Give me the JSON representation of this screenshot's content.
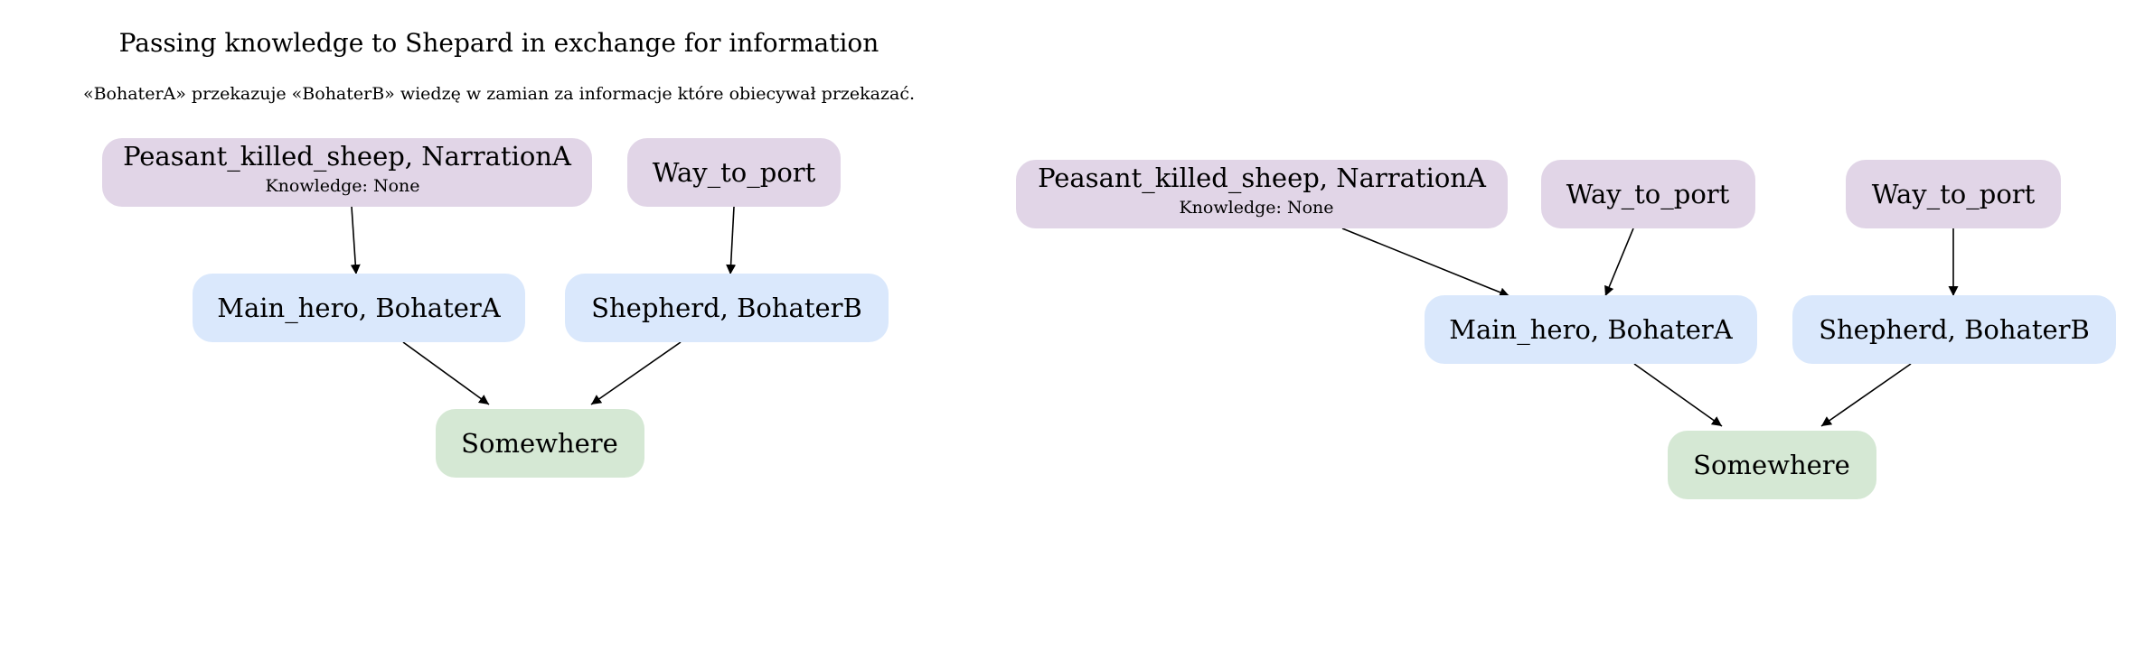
{
  "title": "Passing knowledge to Shepard in exchange for information",
  "subtitle": "«BohaterA» przekazuje «BohaterB» wiedzę w zamian za informacje które obiecywał przekazać.",
  "colors": {
    "narration": "#e1d5e7",
    "hero": "#dae8fc",
    "place": "#d5e8d4",
    "edge": "#000000"
  },
  "left": {
    "peasant": {
      "label": "Peasant_killed_sheep, NarrationA",
      "sub": "Knowledge: None"
    },
    "way": {
      "label": "Way_to_port"
    },
    "main_hero": {
      "label": "Main_hero, BohaterA"
    },
    "shepherd": {
      "label": "Shepherd, BohaterB"
    },
    "somewhere": {
      "label": "Somewhere"
    }
  },
  "right": {
    "peasant": {
      "label": "Peasant_killed_sheep, NarrationA",
      "sub": "Knowledge: None"
    },
    "way_1": {
      "label": "Way_to_port"
    },
    "way_2": {
      "label": "Way_to_port"
    },
    "main_hero": {
      "label": "Main_hero, BohaterA"
    },
    "shepherd": {
      "label": "Shepherd, BohaterB"
    },
    "somewhere": {
      "label": "Somewhere"
    }
  }
}
